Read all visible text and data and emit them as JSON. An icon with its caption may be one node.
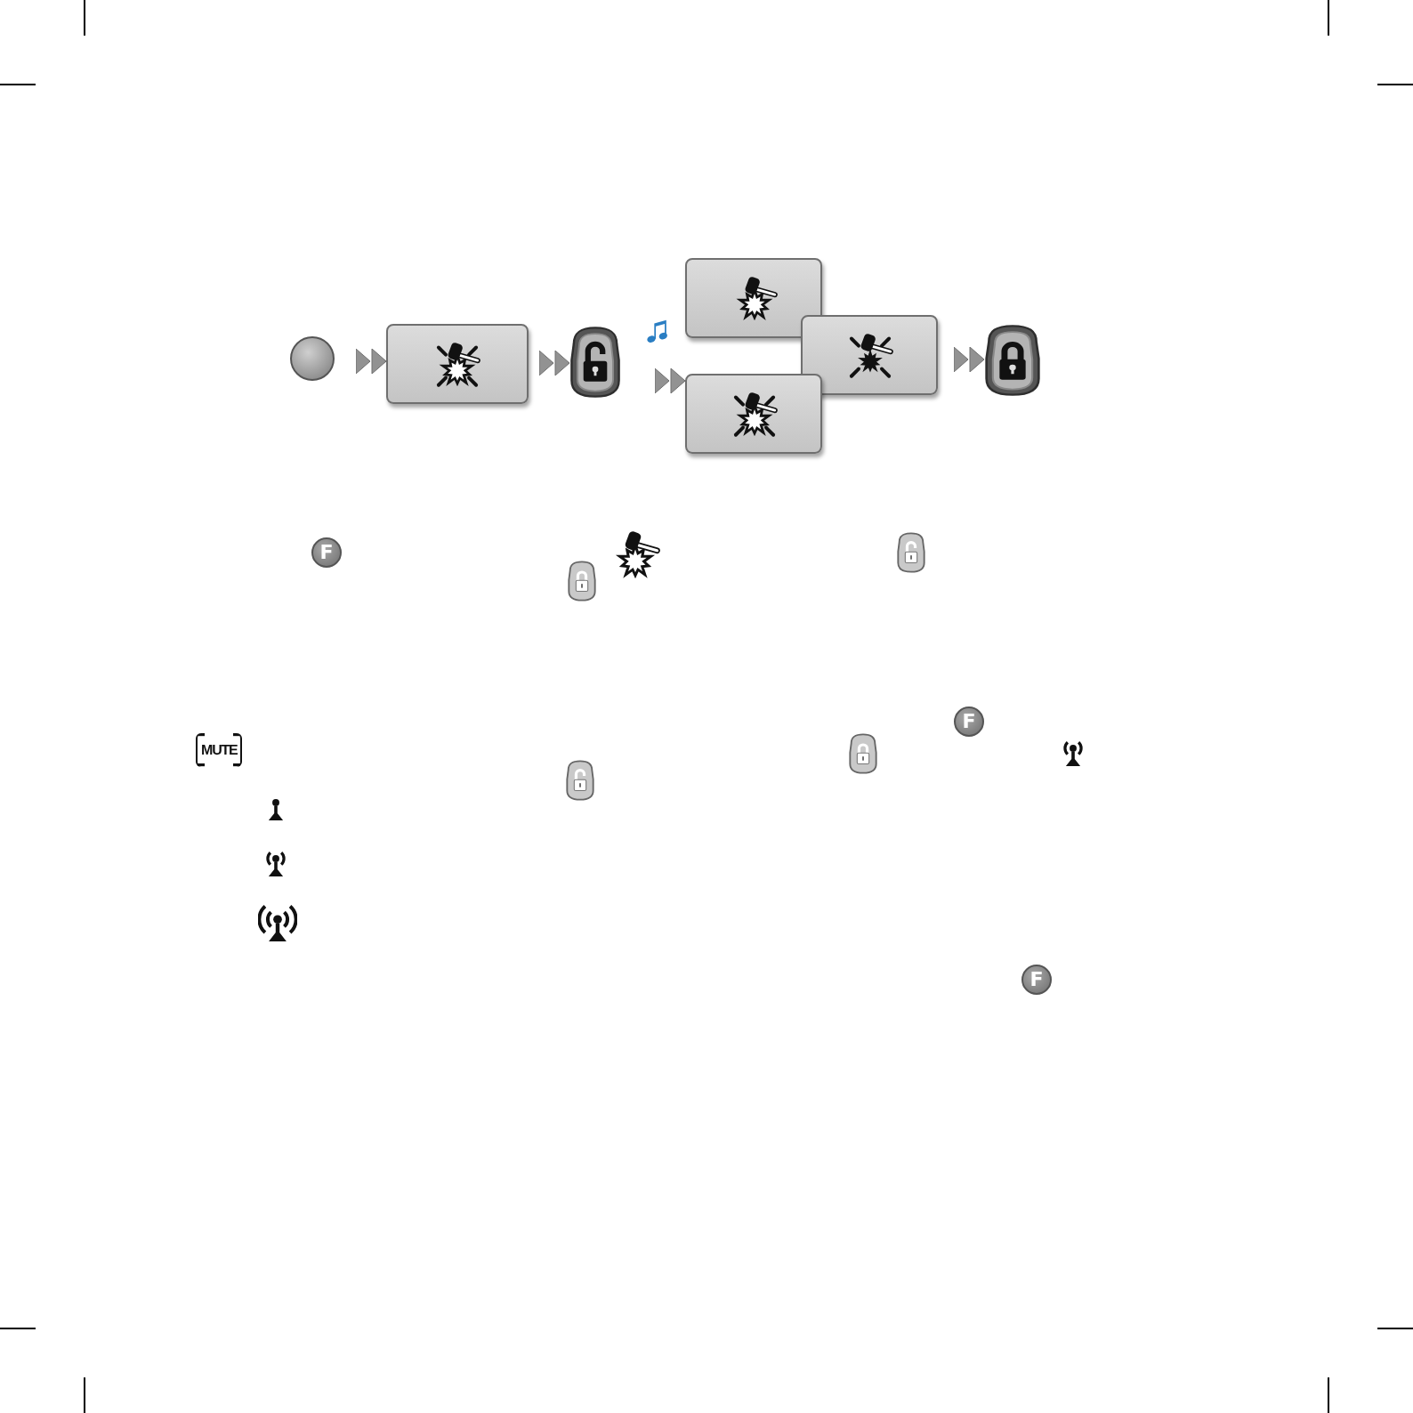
{
  "diagram": {
    "nodes": [
      {
        "text": [],
        "shape": "circle"
      },
      {
        "text": [],
        "shape": "box"
      },
      {
        "text": [],
        "shape": "picture"
      },
      {
        "text": [],
        "shape": "box"
      },
      {
        "text": [],
        "shape": "box"
      },
      {
        "text": [],
        "shape": "box"
      },
      {
        "text": [],
        "shape": "picture"
      }
    ],
    "edges": [
      {
        "from": 0,
        "to": 1,
        "arrow": "to"
      },
      {
        "from": 1,
        "to": 2,
        "arrow": "to"
      },
      {
        "from": 2,
        "to": 5,
        "arrow": "to"
      },
      {
        "from": 4,
        "to": 6,
        "arrow": "to"
      }
    ],
    "labels": [
      "F",
      "MUTE",
      "F",
      "F"
    ]
  }
}
